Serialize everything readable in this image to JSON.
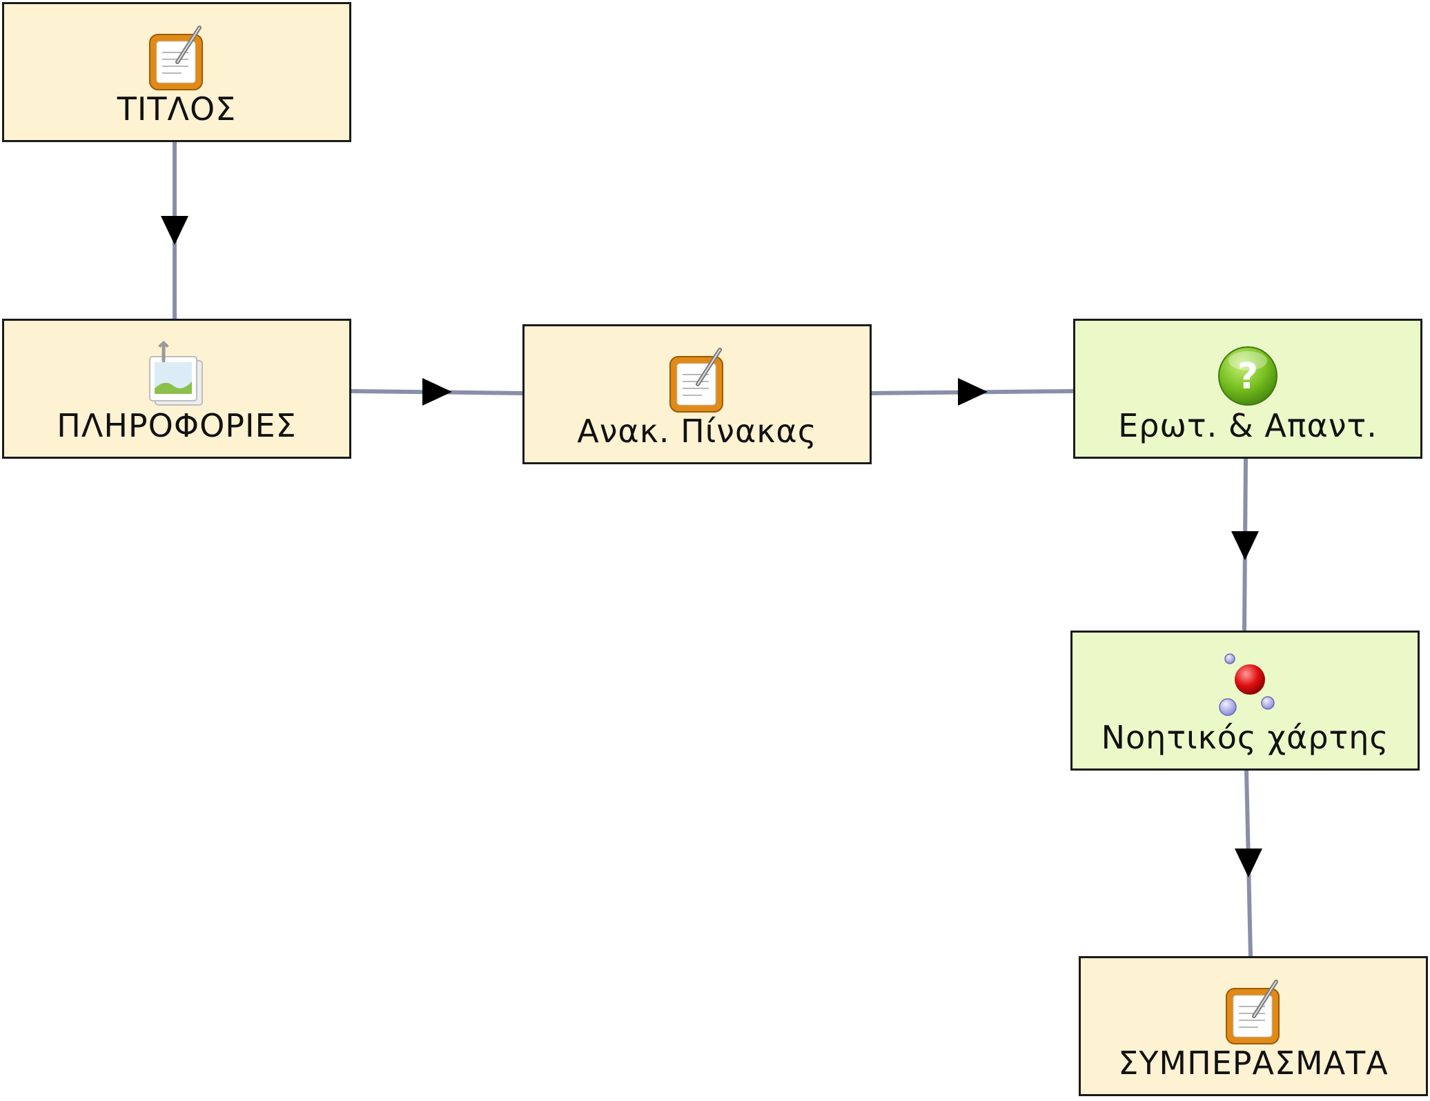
{
  "nodes": [
    {
      "id": "titlos",
      "label": "ΤΙΤΛΟΣ",
      "icon": "notebook-icon",
      "kind": "activity"
    },
    {
      "id": "plirofories",
      "label": "ΠΛΗΡΟΦΟΡΙΕΣ",
      "icon": "image-gallery-icon",
      "kind": "activity"
    },
    {
      "id": "anak-pinakas",
      "label": "Ανακ. Πίνακας",
      "icon": "notebook-icon",
      "kind": "activity"
    },
    {
      "id": "erot-apant",
      "label": "Ερωτ. & Απαντ.",
      "icon": "question-mark-icon",
      "kind": "interactive"
    },
    {
      "id": "noitikos-xartis",
      "label": "Νοητικός χάρτης",
      "icon": "mind-map-icon",
      "kind": "interactive"
    },
    {
      "id": "symperasmata",
      "label": "ΣΥΜΠΕΡΑΣΜΑΤΑ",
      "icon": "notebook-icon",
      "kind": "activity"
    }
  ],
  "edges": [
    {
      "from": "titlos",
      "to": "plirofories"
    },
    {
      "from": "plirofories",
      "to": "anak-pinakas"
    },
    {
      "from": "anak-pinakas",
      "to": "erot-apant"
    },
    {
      "from": "erot-apant",
      "to": "noitikos-xartis"
    },
    {
      "from": "noitikos-xartis",
      "to": "symperasmata"
    }
  ],
  "colors": {
    "activity_fill": "#fdf2d2",
    "interactive_fill": "#ebf9c9",
    "border": "#1a1a1a",
    "connector": "#8a8fa8",
    "arrowhead": "#000000"
  }
}
